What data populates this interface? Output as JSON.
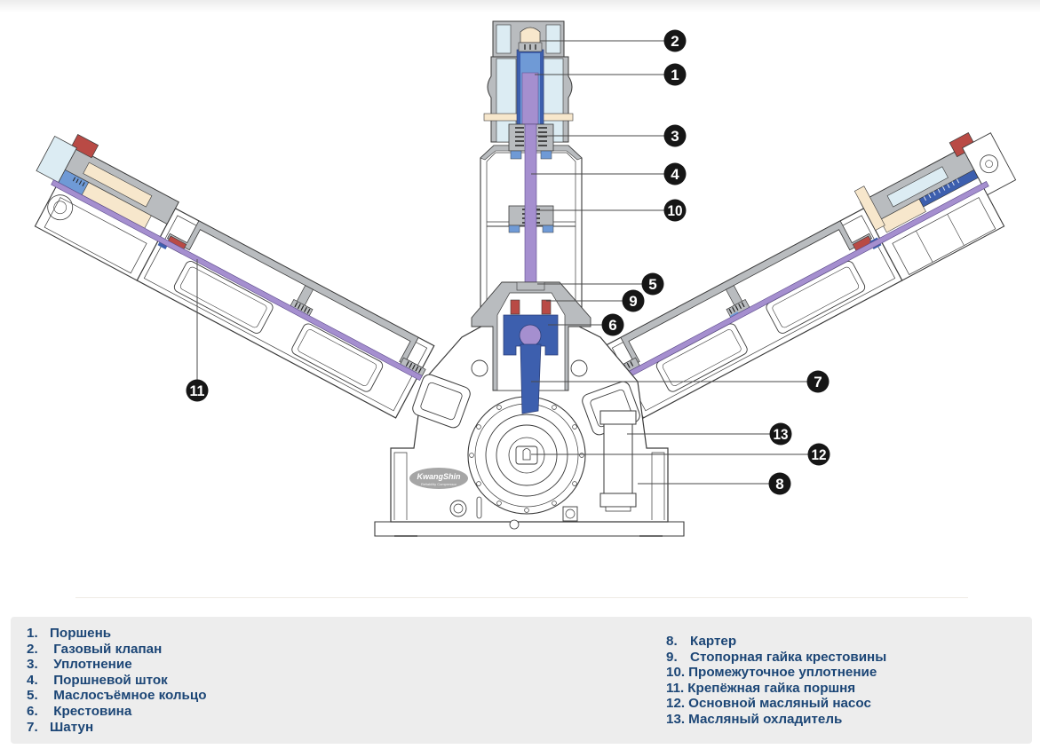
{
  "diagram": {
    "subject": "Compressor cutaway (three-cylinder Y-type, piston rod design)",
    "brand_logo": {
      "name": "KwangShin",
      "tagline": "Reliability Compressor"
    },
    "colors": {
      "piston_rod": "#a58fcf",
      "piston_and_crosshead": "#3d5fae",
      "packing_blue": "#6f9ad6",
      "casting_gray": "#b9bcbf",
      "valve_red": "#b94a45",
      "gas_chamber_cream": "#f7e7cc",
      "cooling_light_blue": "#dcecf3",
      "callout_badge": "#161616",
      "outline": "#3a3a3a"
    },
    "callouts": [
      {
        "number": "2"
      },
      {
        "number": "1"
      },
      {
        "number": "3"
      },
      {
        "number": "4"
      },
      {
        "number": "10"
      },
      {
        "number": "5"
      },
      {
        "number": "9"
      },
      {
        "number": "6"
      },
      {
        "number": "7"
      },
      {
        "number": "13"
      },
      {
        "number": "12"
      },
      {
        "number": "8"
      },
      {
        "number": "11"
      }
    ]
  },
  "legend": {
    "left": [
      {
        "number": "1.",
        "label": "Поршень"
      },
      {
        "number": "2.",
        "label": "Газовый клапан"
      },
      {
        "number": "3.",
        "label": "Уплотнение"
      },
      {
        "number": "4.",
        "label": "Поршневой шток"
      },
      {
        "number": "5.",
        "label": "Маслосъёмное кольцо"
      },
      {
        "number": "6.",
        "label": "Крестовина"
      },
      {
        "number": "7.",
        "label": "Шатун"
      }
    ],
    "right": [
      {
        "number": "8.",
        "label": "Картер"
      },
      {
        "number": "9.",
        "label": "Стопорная гайка крестовины"
      },
      {
        "number": "10.",
        "label": "Промежуточное уплотнение"
      },
      {
        "number": "11.",
        "label": "Крепёжная гайка поршня"
      },
      {
        "number": "12.",
        "label": "Основной масляный насос"
      },
      {
        "number": "13.",
        "label": "Масляный охладитель"
      }
    ]
  }
}
